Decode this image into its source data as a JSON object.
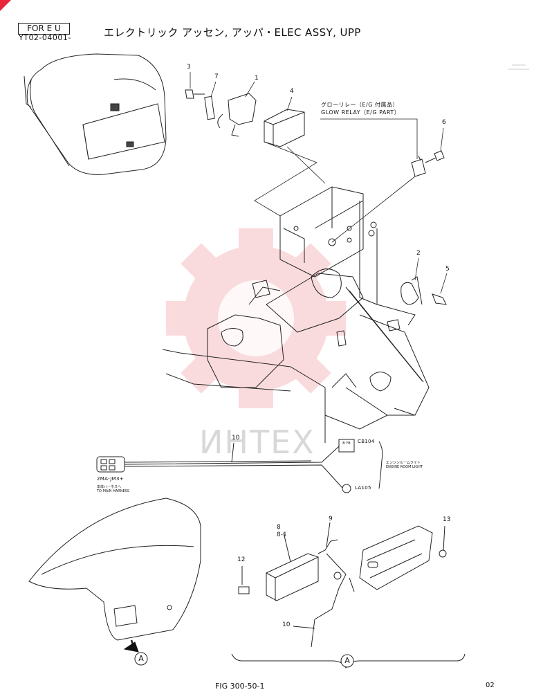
{
  "header": {
    "model_box": "FOR E U",
    "doc_code": "YT02-04001-",
    "title": "エレクトリック アッセン, アッパ・ELEC ASSY, UPP"
  },
  "callouts": {
    "c1": "1",
    "c2": "2",
    "c3": "3",
    "c4": "4",
    "c5": "5",
    "c6": "6",
    "c7": "7",
    "c8": "8",
    "c8_1": "8-1",
    "c9": "9",
    "c10a": "10",
    "c10b": "10",
    "c12": "12",
    "c13": "13"
  },
  "glow_relay": {
    "jp": "グローリレー（E/G 付属品）",
    "en": "GLOW RELAY（E/G PART）"
  },
  "harness": {
    "connector_code": "2MA-JM3+",
    "to_main_jp": "本体ハーネスへ",
    "to_main_en": "TO MAIN HARNESS",
    "cb_code": "CB104",
    "cb_pins": "B YB",
    "la_code": "LA105",
    "room_light_jp": "エンジンルームライト",
    "room_light_en": "ENGINE ROOM LIGHT"
  },
  "view_marker": {
    "label": "A"
  },
  "watermark": "ИНТЕХ",
  "footer": {
    "figure": "FIG 300-50-1",
    "page": "02"
  }
}
